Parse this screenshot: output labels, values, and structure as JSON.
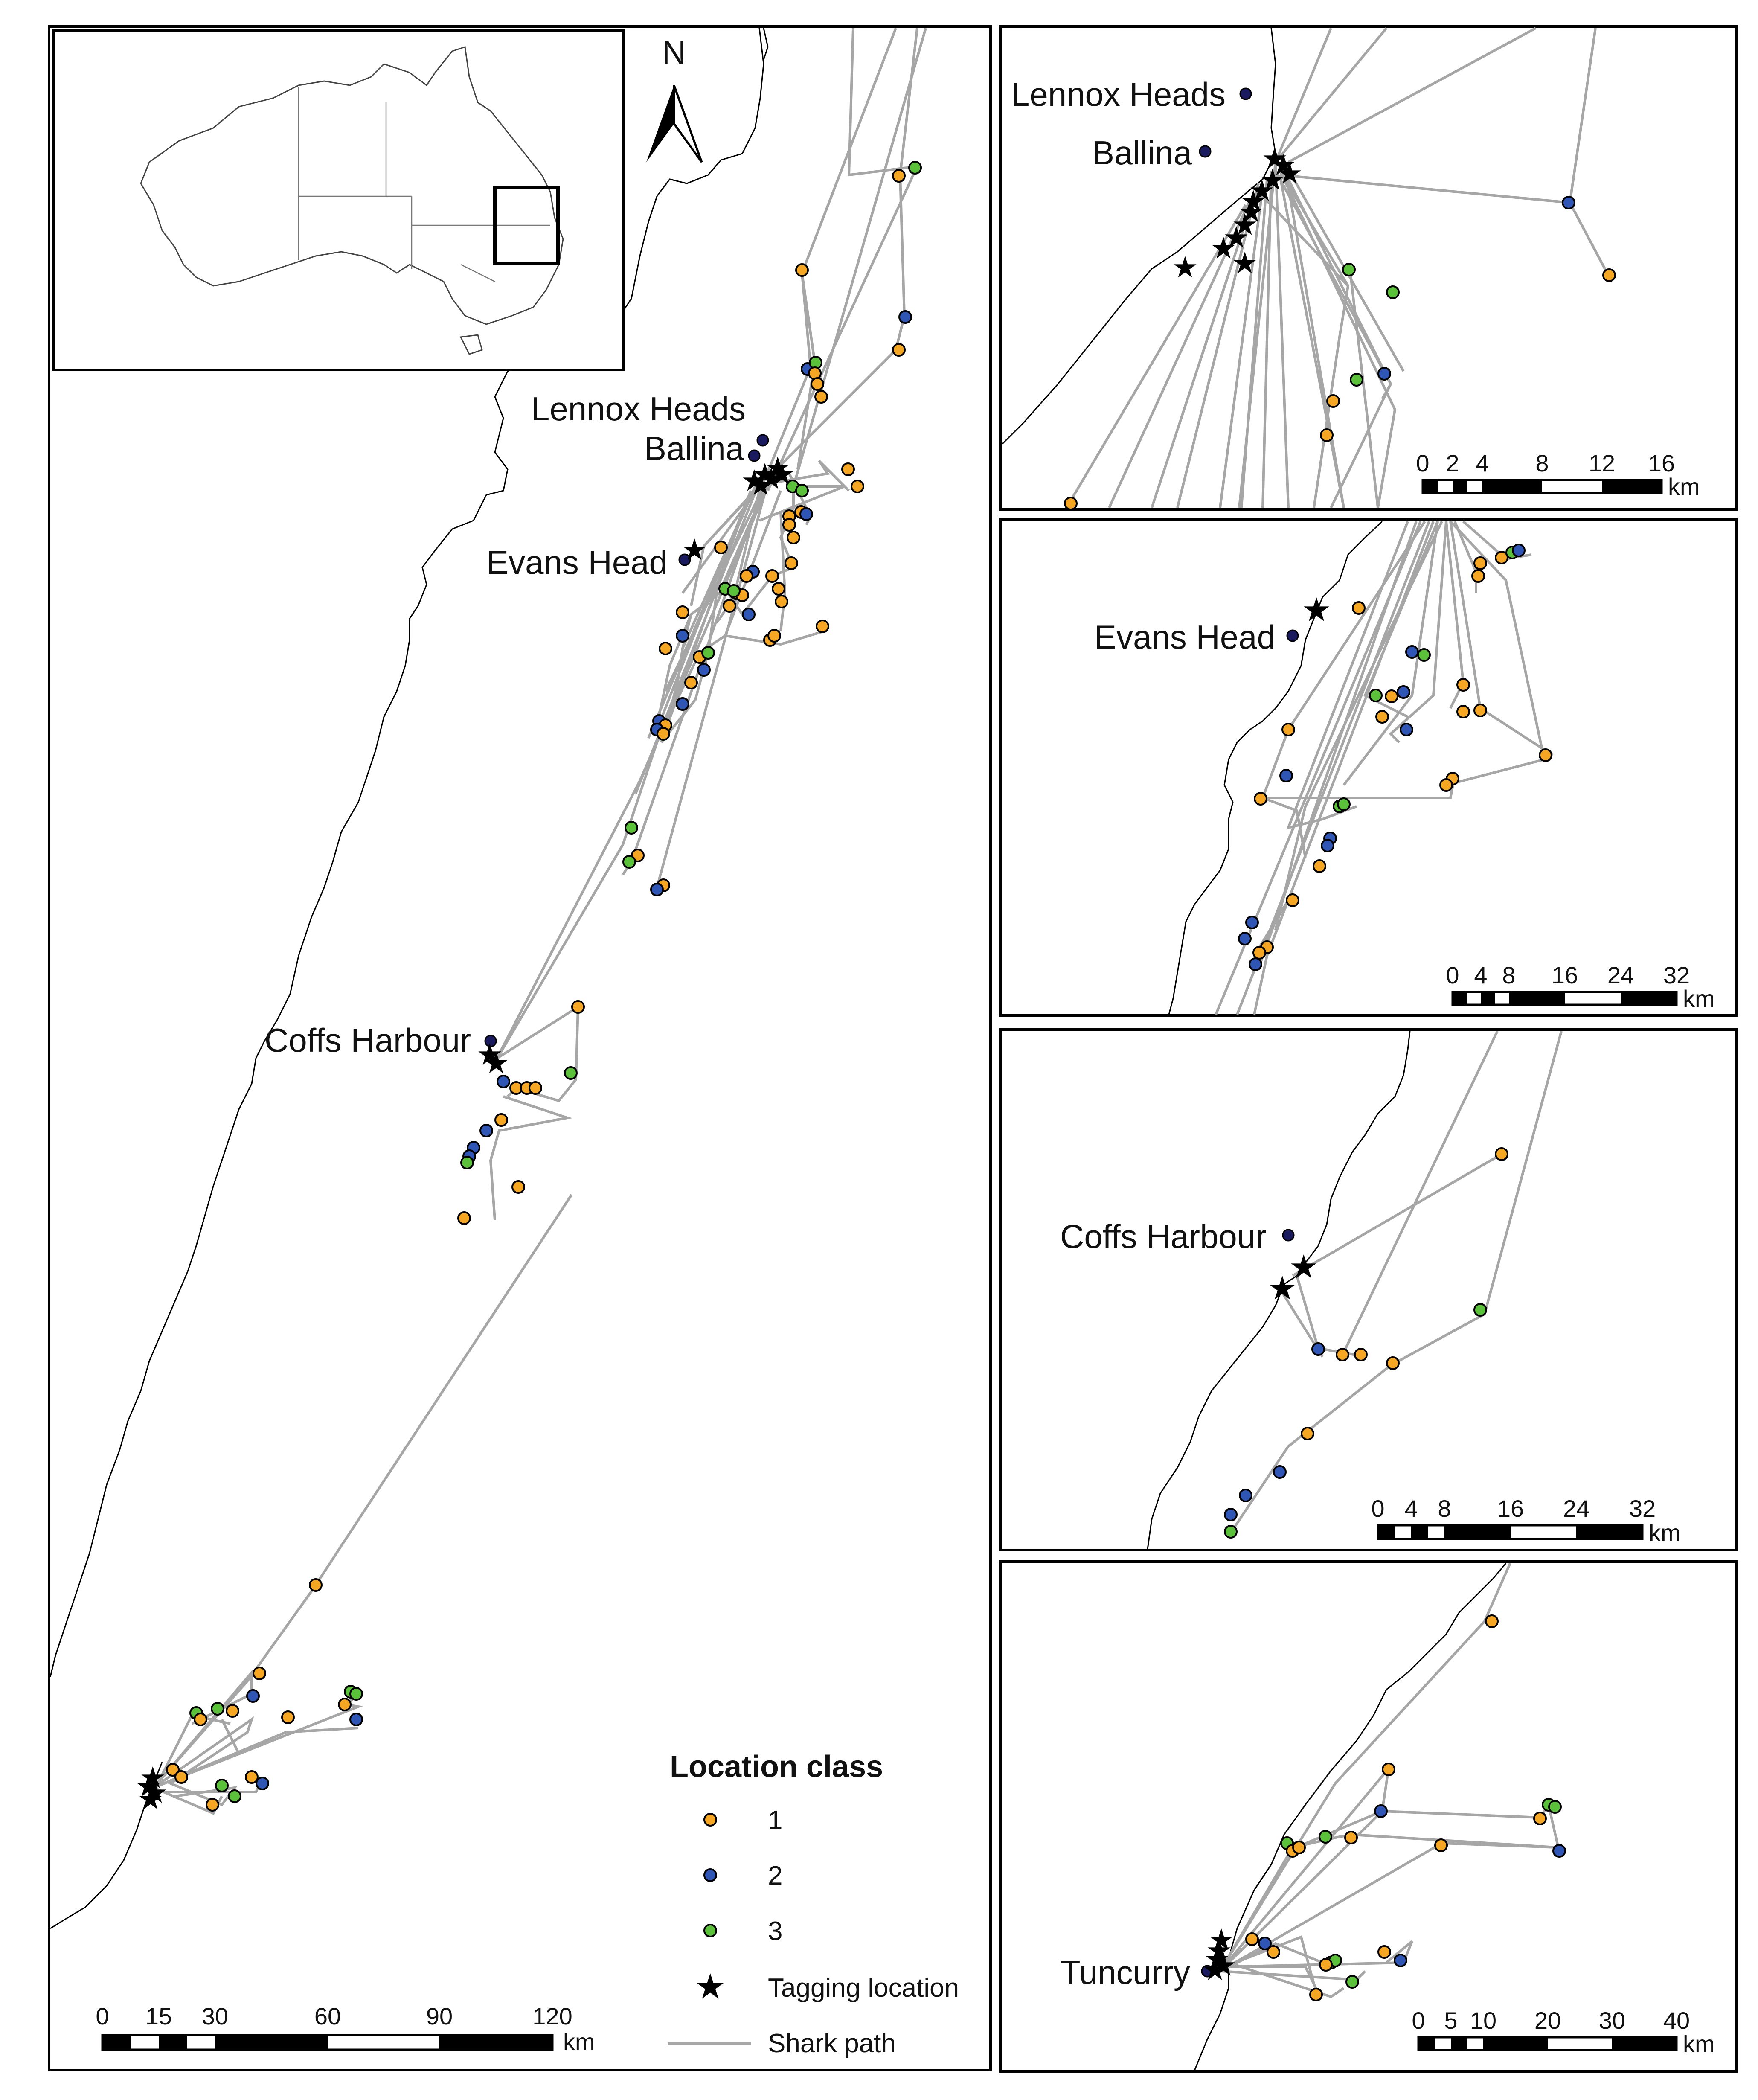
{
  "north_label": "N",
  "place_labels": {
    "lennox": "Lennox Heads",
    "ballina": "Ballina",
    "evans": "Evans Head",
    "coffs": "Coffs Harbour",
    "tuncurry": "Tuncurry"
  },
  "legend": {
    "title": "Location class",
    "items": [
      {
        "label": "1",
        "color": "#f5a623"
      },
      {
        "label": "2",
        "color": "#2f55b5"
      },
      {
        "label": "3",
        "color": "#5cc13a"
      },
      {
        "label": "Tagging location",
        "symbol": "star"
      },
      {
        "label": "Shark path",
        "symbol": "line",
        "color": "#a6a6a6"
      }
    ]
  },
  "scalebars": {
    "main": {
      "ticks": [
        "0",
        "15",
        "30",
        "60",
        "90",
        "120"
      ],
      "unit": "km"
    },
    "panel1": {
      "ticks": [
        "0",
        "2",
        "4",
        "8",
        "12",
        "16"
      ],
      "unit": "km"
    },
    "panel2": {
      "ticks": [
        "0",
        "4",
        "8",
        "16",
        "24",
        "32"
      ],
      "unit": "km"
    },
    "panel3": {
      "ticks": [
        "0",
        "4",
        "8",
        "16",
        "24",
        "32"
      ],
      "unit": "km"
    },
    "panel4": {
      "ticks": [
        "0",
        "5",
        "10",
        "20",
        "30",
        "40"
      ],
      "unit": "km"
    }
  },
  "colors": {
    "class1": "#f5a623",
    "class2": "#2f55b5",
    "class3": "#5cc13a",
    "place": "#1a1a5e",
    "path": "#a6a6a6"
  }
}
